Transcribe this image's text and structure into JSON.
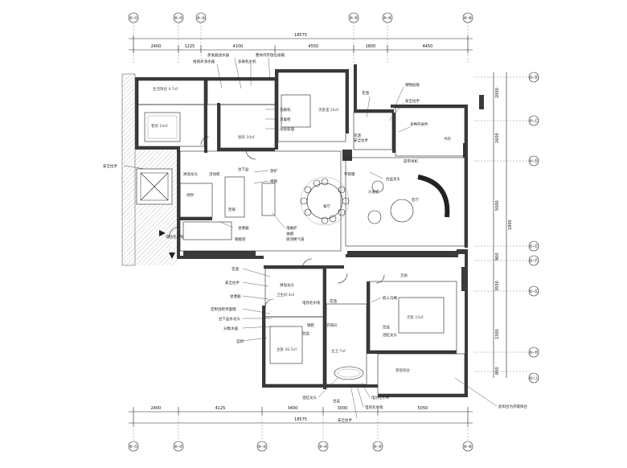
{
  "top_dims": {
    "d1": "2400",
    "d2": "1225",
    "d3": "4100",
    "d4": "4550",
    "d5": "1800",
    "d6": "4450",
    "total": "18575"
  },
  "bottom_dims": {
    "d1": "2400",
    "d2": "4125",
    "d3": "3400",
    "d4": "3000",
    "d5": "5050",
    "total": "18575"
  },
  "right_dims": {
    "d1": "2000",
    "d2": "2600",
    "d3": "5000",
    "d4": "1800",
    "d5": "900",
    "d6": "3550",
    "d7": "2300",
    "d8": "800"
  },
  "grid_top": [
    "⑥-①",
    "⑥-②",
    "⑥-③",
    "⑥-⑤",
    "⑥-⑥",
    "⑥-⑧"
  ],
  "grid_bottom": [
    "⑥-①",
    "⑥-②",
    "⑥-③",
    "⑥-④",
    "⑥-⑤",
    "⑥-⑧"
  ],
  "grid_right": [
    "⑥-Ⓑ",
    "⑥-Ⓒ",
    "⑥-Ⓓ",
    "⑥-Ⓔ",
    "⑥-Ⓕ",
    "⑥-Ⓖ",
    "⑥-Ⓗ",
    "⑥-Ⓙ"
  ],
  "labels": {
    "l1": "蒸发器滤水器",
    "l2": "给排水净水器",
    "l3": "多联机主机",
    "l4": "整体内存放垃圾箱",
    "l5": "储物层板",
    "l6": "安全拉手",
    "l7": "花洒",
    "l8": "多种开关件",
    "l9": "洗碗机",
    "l10": "消毒柜",
    "l11": "垃圾处理",
    "l12": "软带吊机",
    "l13": "安全拉手",
    "l14": "花洒",
    "l15": "单管膜",
    "l16": "台盆龙头",
    "l17": "蒸炉",
    "l18": "烤箱",
    "l19": "台下盆",
    "l20": "活动柜",
    "l21": "淋浴龙头",
    "l22": "沙发底",
    "l23": "电磁炉",
    "l24": "油烟",
    "l25": "吸顶换气扇",
    "l26": "坐便器",
    "l27": "钢瓶架",
    "l28": "电热毛巾架",
    "l29": "花洒",
    "l30": "安全拉手",
    "l31": "坐便器",
    "l32": "淋浴龙头",
    "l33": "定制浴柜单面镜",
    "l34": "台下盆水龙头",
    "l35": "分集水器",
    "l36": "台盆",
    "l37": "自卸",
    "l38": "镜柜",
    "l39": "电热毛巾架",
    "l40": "花洒",
    "l41": "嵌入马桶",
    "l42": "电热毛巾杆",
    "l43": "安全拉手",
    "l44": "浴缸龙头",
    "l45": "台盆",
    "l46": "此阳台为开敞阳台",
    "l47": "安全拉手"
  },
  "rooms": {
    "r1": "生活阳台 4.7㎡",
    "r2": "客房 14㎡",
    "r3": "次卧室 24㎡",
    "r4": "厨房 10㎡",
    "r5": "书房",
    "r6": "餐厅",
    "r7": "客厅",
    "r8": "走廊",
    "r9": "衣帽间",
    "r10": "次卧 15㎡",
    "r11": "主卧 26.5㎡",
    "r12": "主卫 7㎡",
    "r13": "景观阳台",
    "r14": "卫生间 4㎡",
    "r15": "储物",
    "r16": "西餐"
  }
}
